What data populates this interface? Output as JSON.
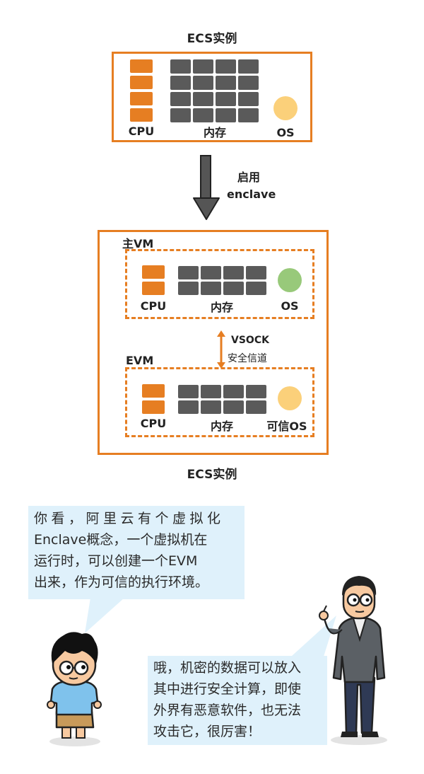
{
  "top": {
    "title": "ECS实例",
    "cpu_label": "CPU",
    "mem_label": "内存",
    "os_label": "OS"
  },
  "arrow": {
    "line1": "启用",
    "line2": "enclave"
  },
  "bottom": {
    "primary_vm": {
      "name": "主VM",
      "cpu_label": "CPU",
      "mem_label": "内存",
      "os_label": "OS"
    },
    "channel": {
      "line1": "VSOCK",
      "line2": "安全信道"
    },
    "evm": {
      "name": "EVM",
      "cpu_label": "CPU",
      "mem_label": "内存",
      "os_label": "可信OS"
    },
    "caption": "ECS实例"
  },
  "dialogue": {
    "bubble1": [
      "你看，阿里云有个虚拟化",
      "Enclave概念，一个虚拟机在",
      "运行时，可以创建一个EVM",
      "出来，作为可信的执行环境。"
    ],
    "bubble2": [
      "哦，机密的数据可以放入",
      "其中进行安全计算，即使",
      "外界有恶意软件，也无法",
      "攻击它，很厉害！"
    ]
  },
  "colors": {
    "accent": "#e67e22",
    "memory": "#5a5a5a",
    "os_top": "#fbd07a",
    "os_primary": "#98c97a",
    "os_trusted": "#fbd07a",
    "bubble": "#dff1fb"
  }
}
